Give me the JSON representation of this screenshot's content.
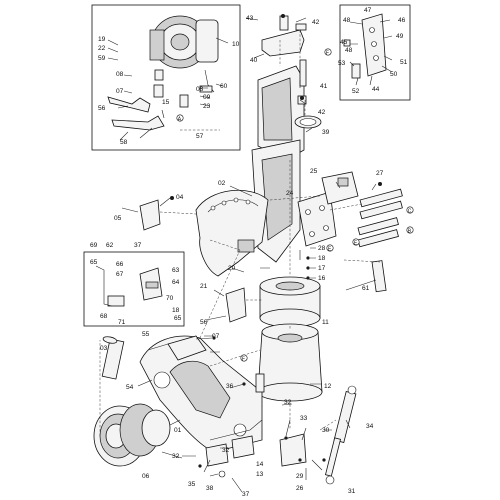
{
  "callouts": {
    "c01": "01",
    "c02": "02",
    "c03": "03",
    "c04": "04",
    "c05": "05",
    "c06": "06",
    "c07": "07",
    "c08a": "08",
    "c08b": "08",
    "c09": "09",
    "c10": "10",
    "c11": "11",
    "c12": "12",
    "c13": "13",
    "c14": "14",
    "c15": "15",
    "c16": "16",
    "c17": "17",
    "c18a": "18",
    "c18b": "18",
    "c19": "19",
    "c20": "20",
    "c21": "21",
    "c22": "22",
    "c23": "23",
    "c24": "24",
    "c25": "25",
    "c26": "26",
    "c27": "27",
    "c28": "28",
    "c29": "29",
    "c30": "30",
    "c31": "31",
    "c32": "32",
    "c33": "33",
    "c34": "34",
    "c35": "35",
    "c36": "36",
    "c37a": "37",
    "c37b": "37",
    "c38": "38",
    "c39": "39",
    "c40": "40",
    "c41": "41",
    "c42a": "42",
    "c42b": "42",
    "c43": "43",
    "c44": "44",
    "c45": "45",
    "c46": "46",
    "c47": "47",
    "c48a": "48",
    "c48b": "48",
    "c49": "49",
    "c50": "50",
    "c51": "51",
    "c52": "52",
    "c53": "53",
    "c54": "54",
    "c55": "55",
    "c56a": "56",
    "c56b": "56",
    "c57": "57",
    "c58": "58",
    "c59": "59",
    "c60": "60",
    "c61": "61",
    "c62": "62",
    "c63": "63",
    "c64": "64",
    "c65a": "65",
    "c65b": "65",
    "c66": "66",
    "c67": "67",
    "c68": "68",
    "c69": "69",
    "c70": "70",
    "c71": "71"
  },
  "ref_markers": {
    "a": "A",
    "b": "B",
    "c": "C",
    "e1": "E",
    "e2": "E",
    "f1": "F",
    "f2": "F"
  }
}
